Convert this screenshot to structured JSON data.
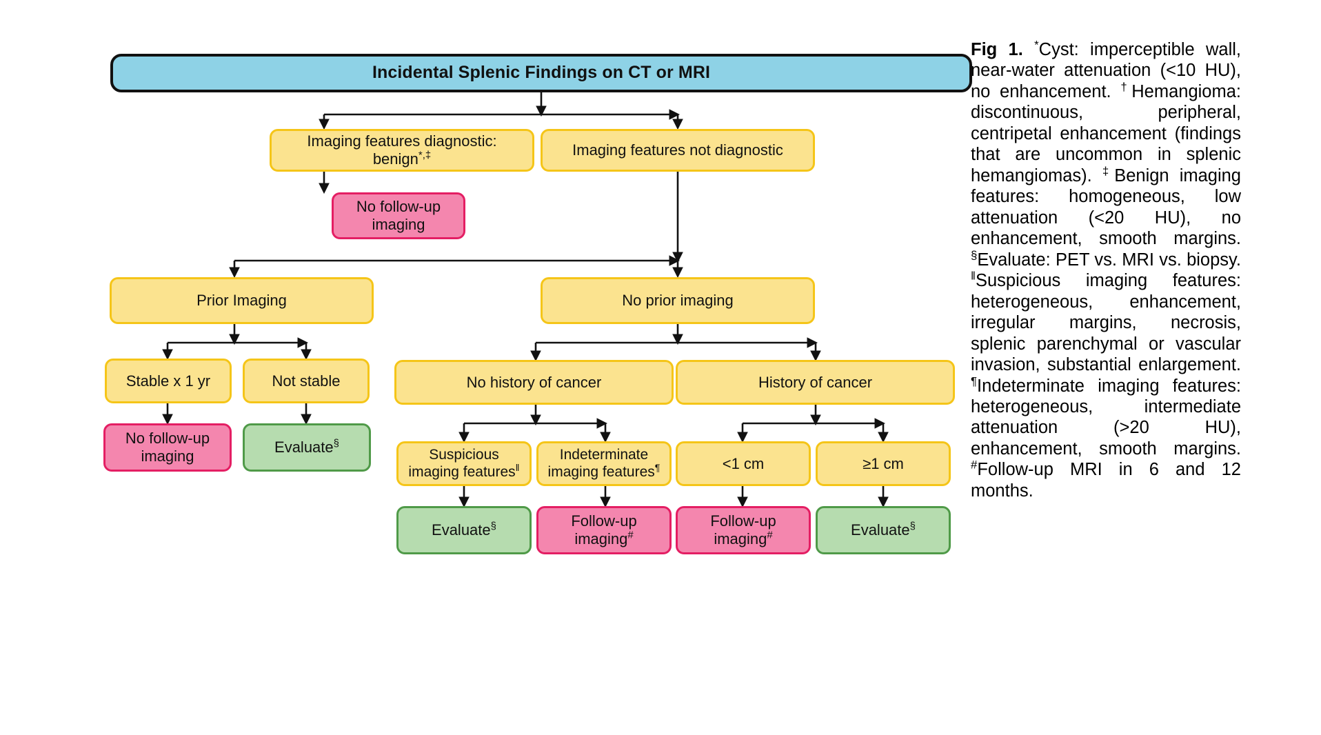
{
  "figure": {
    "title": "Incidental Splenic Findings on CT or MRI",
    "nodes": {
      "root": "Incidental Splenic Findings on CT or MRI",
      "diagnostic_benign": "Imaging features diagnostic: benign",
      "diagnostic_benign_sup": "*,‡",
      "not_diagnostic": "Imaging features not diagnostic",
      "no_followup_1": "No follow-up imaging",
      "prior_imaging": "Prior Imaging",
      "no_prior_imaging": "No prior imaging",
      "stable_1yr": "Stable x 1 yr",
      "not_stable": "Not stable",
      "no_followup_2": "No follow-up imaging",
      "evaluate_1": "Evaluate",
      "evaluate_1_sup": "§",
      "no_history_cancer": "No history of cancer",
      "history_cancer": "History of cancer",
      "suspicious_features": "Suspicious imaging features",
      "suspicious_features_sup": "‖",
      "indeterminate_features": "Indeterminate imaging features",
      "indeterminate_features_sup": "¶",
      "lt_1cm": "<1 cm",
      "gte_1cm": "≥1 cm",
      "evaluate_2": "Evaluate",
      "evaluate_2_sup": "§",
      "followup_imaging_1": "Follow-up imaging",
      "followup_imaging_1_sup": "#",
      "followup_imaging_2": "Follow-up imaging",
      "followup_imaging_2_sup": "#",
      "evaluate_3": "Evaluate",
      "evaluate_3_sup": "§"
    },
    "colors": {
      "root_fill": "#8ed2e6",
      "root_stroke": "#111111",
      "decision_fill": "#fbe38f",
      "decision_stroke": "#f5c518",
      "pink_fill": "#f486ae",
      "pink_stroke": "#e41e63",
      "green_fill": "#b6dcaf",
      "green_stroke": "#4f9a48",
      "connector": "#111111"
    }
  },
  "caption": {
    "fig_label": "Fig 1.",
    "seg_1_sup": "*",
    "seg_1": "Cyst: imperceptible wall, near-water attenuation (<10 HU), no enhancement. ",
    "seg_2_sup": "†",
    "seg_2": "Hemangioma: discontinuous, peripheral, centripetal enhancement (findings that are uncommon in splenic hemangiomas). ",
    "seg_3_sup": "‡",
    "seg_3": "Benign imaging features: homogeneous, low attenuation (<20 HU), no enhancement, smooth margins. ",
    "seg_4_sup": "§",
    "seg_4": "Evaluate: PET vs. MRI vs. biopsy. ",
    "seg_5_sup": "‖",
    "seg_5": "Suspicious imaging features: heterogeneous, enhancement, irregular margins, necrosis, splenic parenchymal or vascular invasion, substantial enlargement. ",
    "seg_6_sup": "¶",
    "seg_6": "Indeterminate imaging features: heterogeneous, intermediate attenuation (>20 HU), enhancement, smooth margins. ",
    "seg_7_sup": "#",
    "seg_7": "Follow-up MRI in 6 and 12 months."
  }
}
